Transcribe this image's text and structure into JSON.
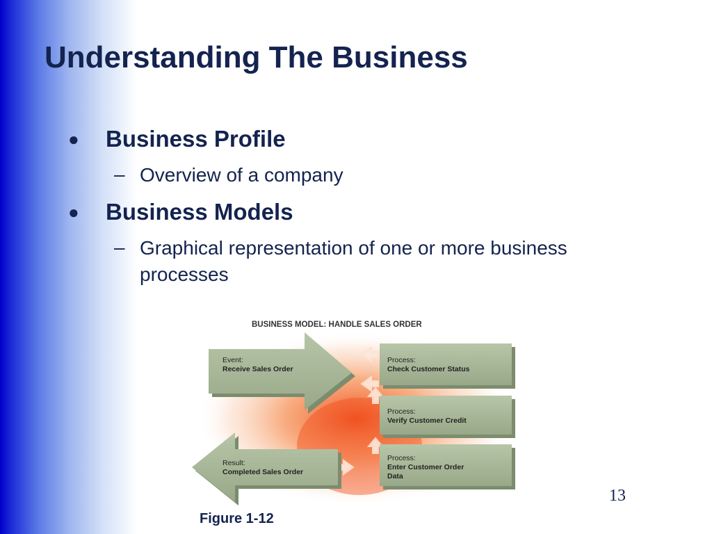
{
  "slide": {
    "title": "Understanding The Business",
    "bullets": [
      {
        "marker": "●",
        "label": "Business Profile",
        "sub": {
          "marker": "–",
          "text": "Overview of a company"
        }
      },
      {
        "marker": "●",
        "label": "Business Models",
        "sub": {
          "marker": "–",
          "text": "Graphical representation of one or more business processes"
        }
      }
    ],
    "page_number": "13",
    "caption": "Figure 1-12"
  },
  "figure": {
    "heading": "BUSINESS MODEL:   HANDLE SALES ORDER",
    "event": {
      "tag": "Event:",
      "name": "Receive Sales Order"
    },
    "processes": [
      {
        "tag": "Process:",
        "name_lines": [
          "Check Customer Status"
        ]
      },
      {
        "tag": "Process:",
        "name_lines": [
          "Verify Customer Credit"
        ]
      },
      {
        "tag": "Process:",
        "name_lines": [
          "Enter Customer Order",
          "Data"
        ]
      }
    ],
    "result": {
      "tag": "Result:",
      "name": "Completed Sales Order"
    },
    "colors": {
      "box": "#a8b898",
      "box_dark": "#7c8c6e",
      "glow": "#f26a2e",
      "text": "#222222"
    }
  },
  "theme": {
    "title_color": "#14234f",
    "sidebar": "#0000c8"
  }
}
